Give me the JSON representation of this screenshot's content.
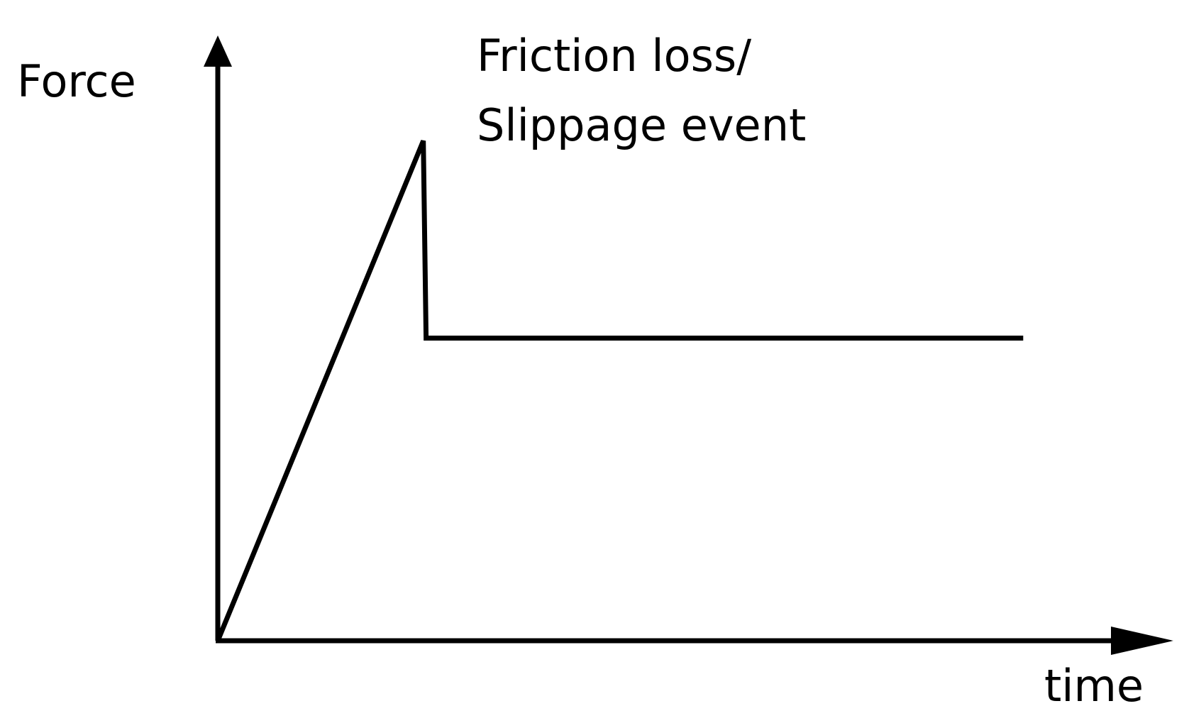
{
  "chart_data": {
    "type": "line",
    "title": "",
    "xlabel": "time",
    "ylabel": "Force",
    "ticks": "none",
    "grid": false,
    "xlim": [
      0,
      10
    ],
    "ylim": [
      0,
      10
    ],
    "series": [
      {
        "x": [
          0,
          2.22,
          2.25,
          8.7
        ],
        "y": [
          0,
          8.26,
          5.0,
          5.0
        ]
      }
    ],
    "annotations": [
      {
        "line1": "Friction loss/",
        "line2": "Slippage event",
        "x": 2.25,
        "y": 8.26
      }
    ],
    "colors": {
      "line": "#000000",
      "axis": "#000000",
      "text": "#000000"
    }
  }
}
